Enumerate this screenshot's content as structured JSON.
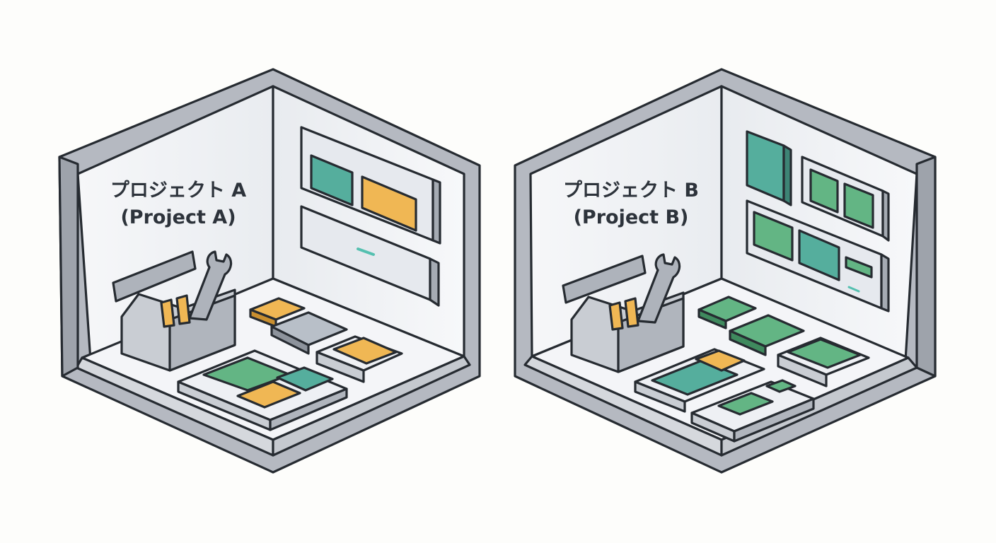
{
  "colors": {
    "outline": "#262b31",
    "wall_light": "#eef0f4",
    "floor": "#f4f5f8",
    "frame_gray": "#b5b9c1",
    "frame_dark": "#8d939c",
    "teal": "#55ae9d",
    "green": "#63b584",
    "orange": "#f0b754",
    "slate": "#b8bfc8"
  },
  "rooms": [
    {
      "id": "project-a",
      "label_line1": "プロジェクト A",
      "label_line2": "(Project A)",
      "icons": [
        "toolbox-icon",
        "wrench-icon",
        "wall-panel-icon",
        "floor-module-icon"
      ]
    },
    {
      "id": "project-b",
      "label_line1": "プロジェクト B",
      "label_line2": "(Project B)",
      "icons": [
        "toolbox-icon",
        "wrench-icon",
        "wall-panel-icon",
        "floor-module-icon"
      ]
    }
  ]
}
